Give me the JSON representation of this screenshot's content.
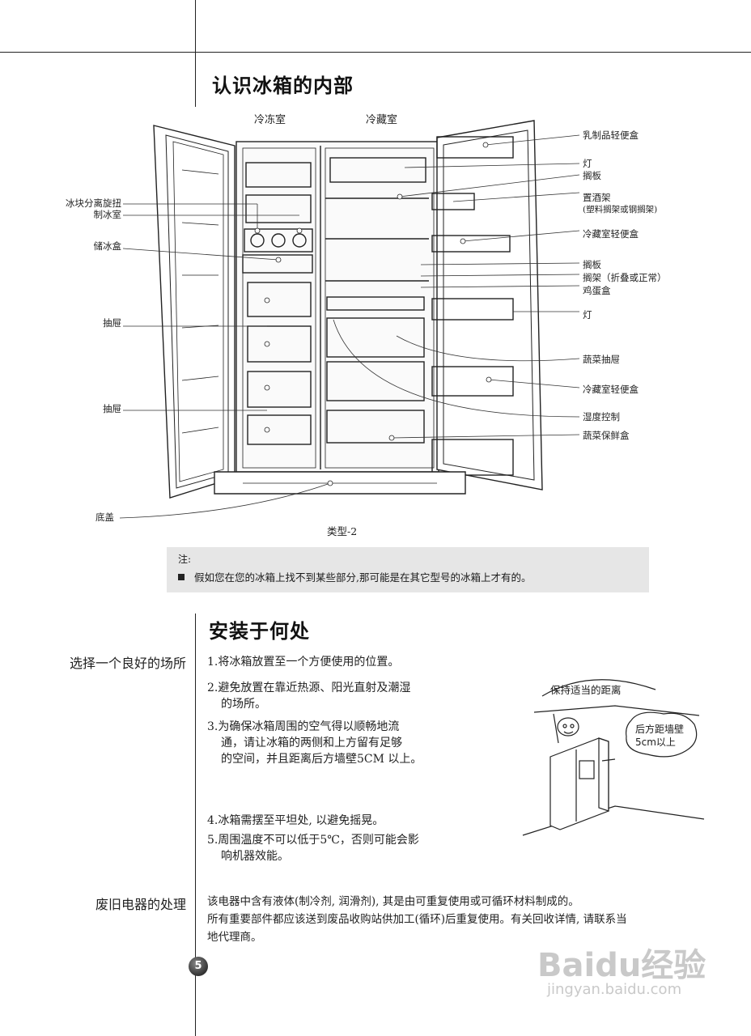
{
  "section1": {
    "title": "认识冰箱的内部",
    "freezer_label": "冷冻室",
    "fridge_label": "冷藏室",
    "left_labels": [
      "冰块分离旋扭",
      "制冰室",
      "储冰盒",
      "抽屉",
      "抽屉",
      "底盖"
    ],
    "right_labels": [
      "乳制品轻便盒",
      "灯",
      "搁板",
      "置酒架",
      "(塑料搁架或钢搁架)",
      "冷藏室轻便盒",
      "搁板",
      "搁架（折叠或正常）",
      "鸡蛋盒",
      "灯",
      "蔬菜抽屉",
      "冷藏室轻便盒",
      "湿度控制",
      "蔬菜保鲜盒"
    ],
    "caption": "类型-2"
  },
  "note": {
    "title": "注:",
    "text": "假如您在您的冰箱上找不到某些部分,那可能是在其它型号的冰箱上才有的。"
  },
  "section2": {
    "title": "安装于何处",
    "side_label_1": "选择一个良好的场所",
    "items": [
      {
        "num": "1.",
        "lines": [
          "将冰箱放置至一个方便使用的位置。"
        ]
      },
      {
        "num": "2.",
        "lines": [
          "避免放置在靠近热源、阳光直射及潮湿",
          "的场所。"
        ]
      },
      {
        "num": "3.",
        "lines": [
          "为确保冰箱周围的空气得以顺畅地流",
          "通，请让冰箱的两侧和上方留有足够",
          "的空间，并且距离后方墙壁5CM 以上。"
        ]
      },
      {
        "num": "4.",
        "lines": [
          "冰箱需摆至平坦处, 以避免摇晃。"
        ]
      },
      {
        "num": "5.",
        "lines": [
          "周围温度不可以低于5℃，否则可能会影",
          "响机器效能。"
        ]
      }
    ],
    "illus_top": "保持适当的距离",
    "bubble_line1": "后方距墙壁",
    "bubble_line2": "5cm以上",
    "side_label_2": "废旧电器的处理",
    "disposal_lines": [
      "该电器中含有液体(制冷剂, 润滑剂), 其是由可重复使用或可循环材料制成的。",
      "所有重要部件都应该送到废品收购站供加工(循环)后重复使用。有关回收详情, 请联系当",
      "地代理商。"
    ]
  },
  "page_number": "5",
  "watermark": {
    "brand": "Baidu经验",
    "url": "jingyan.baidu.com"
  }
}
